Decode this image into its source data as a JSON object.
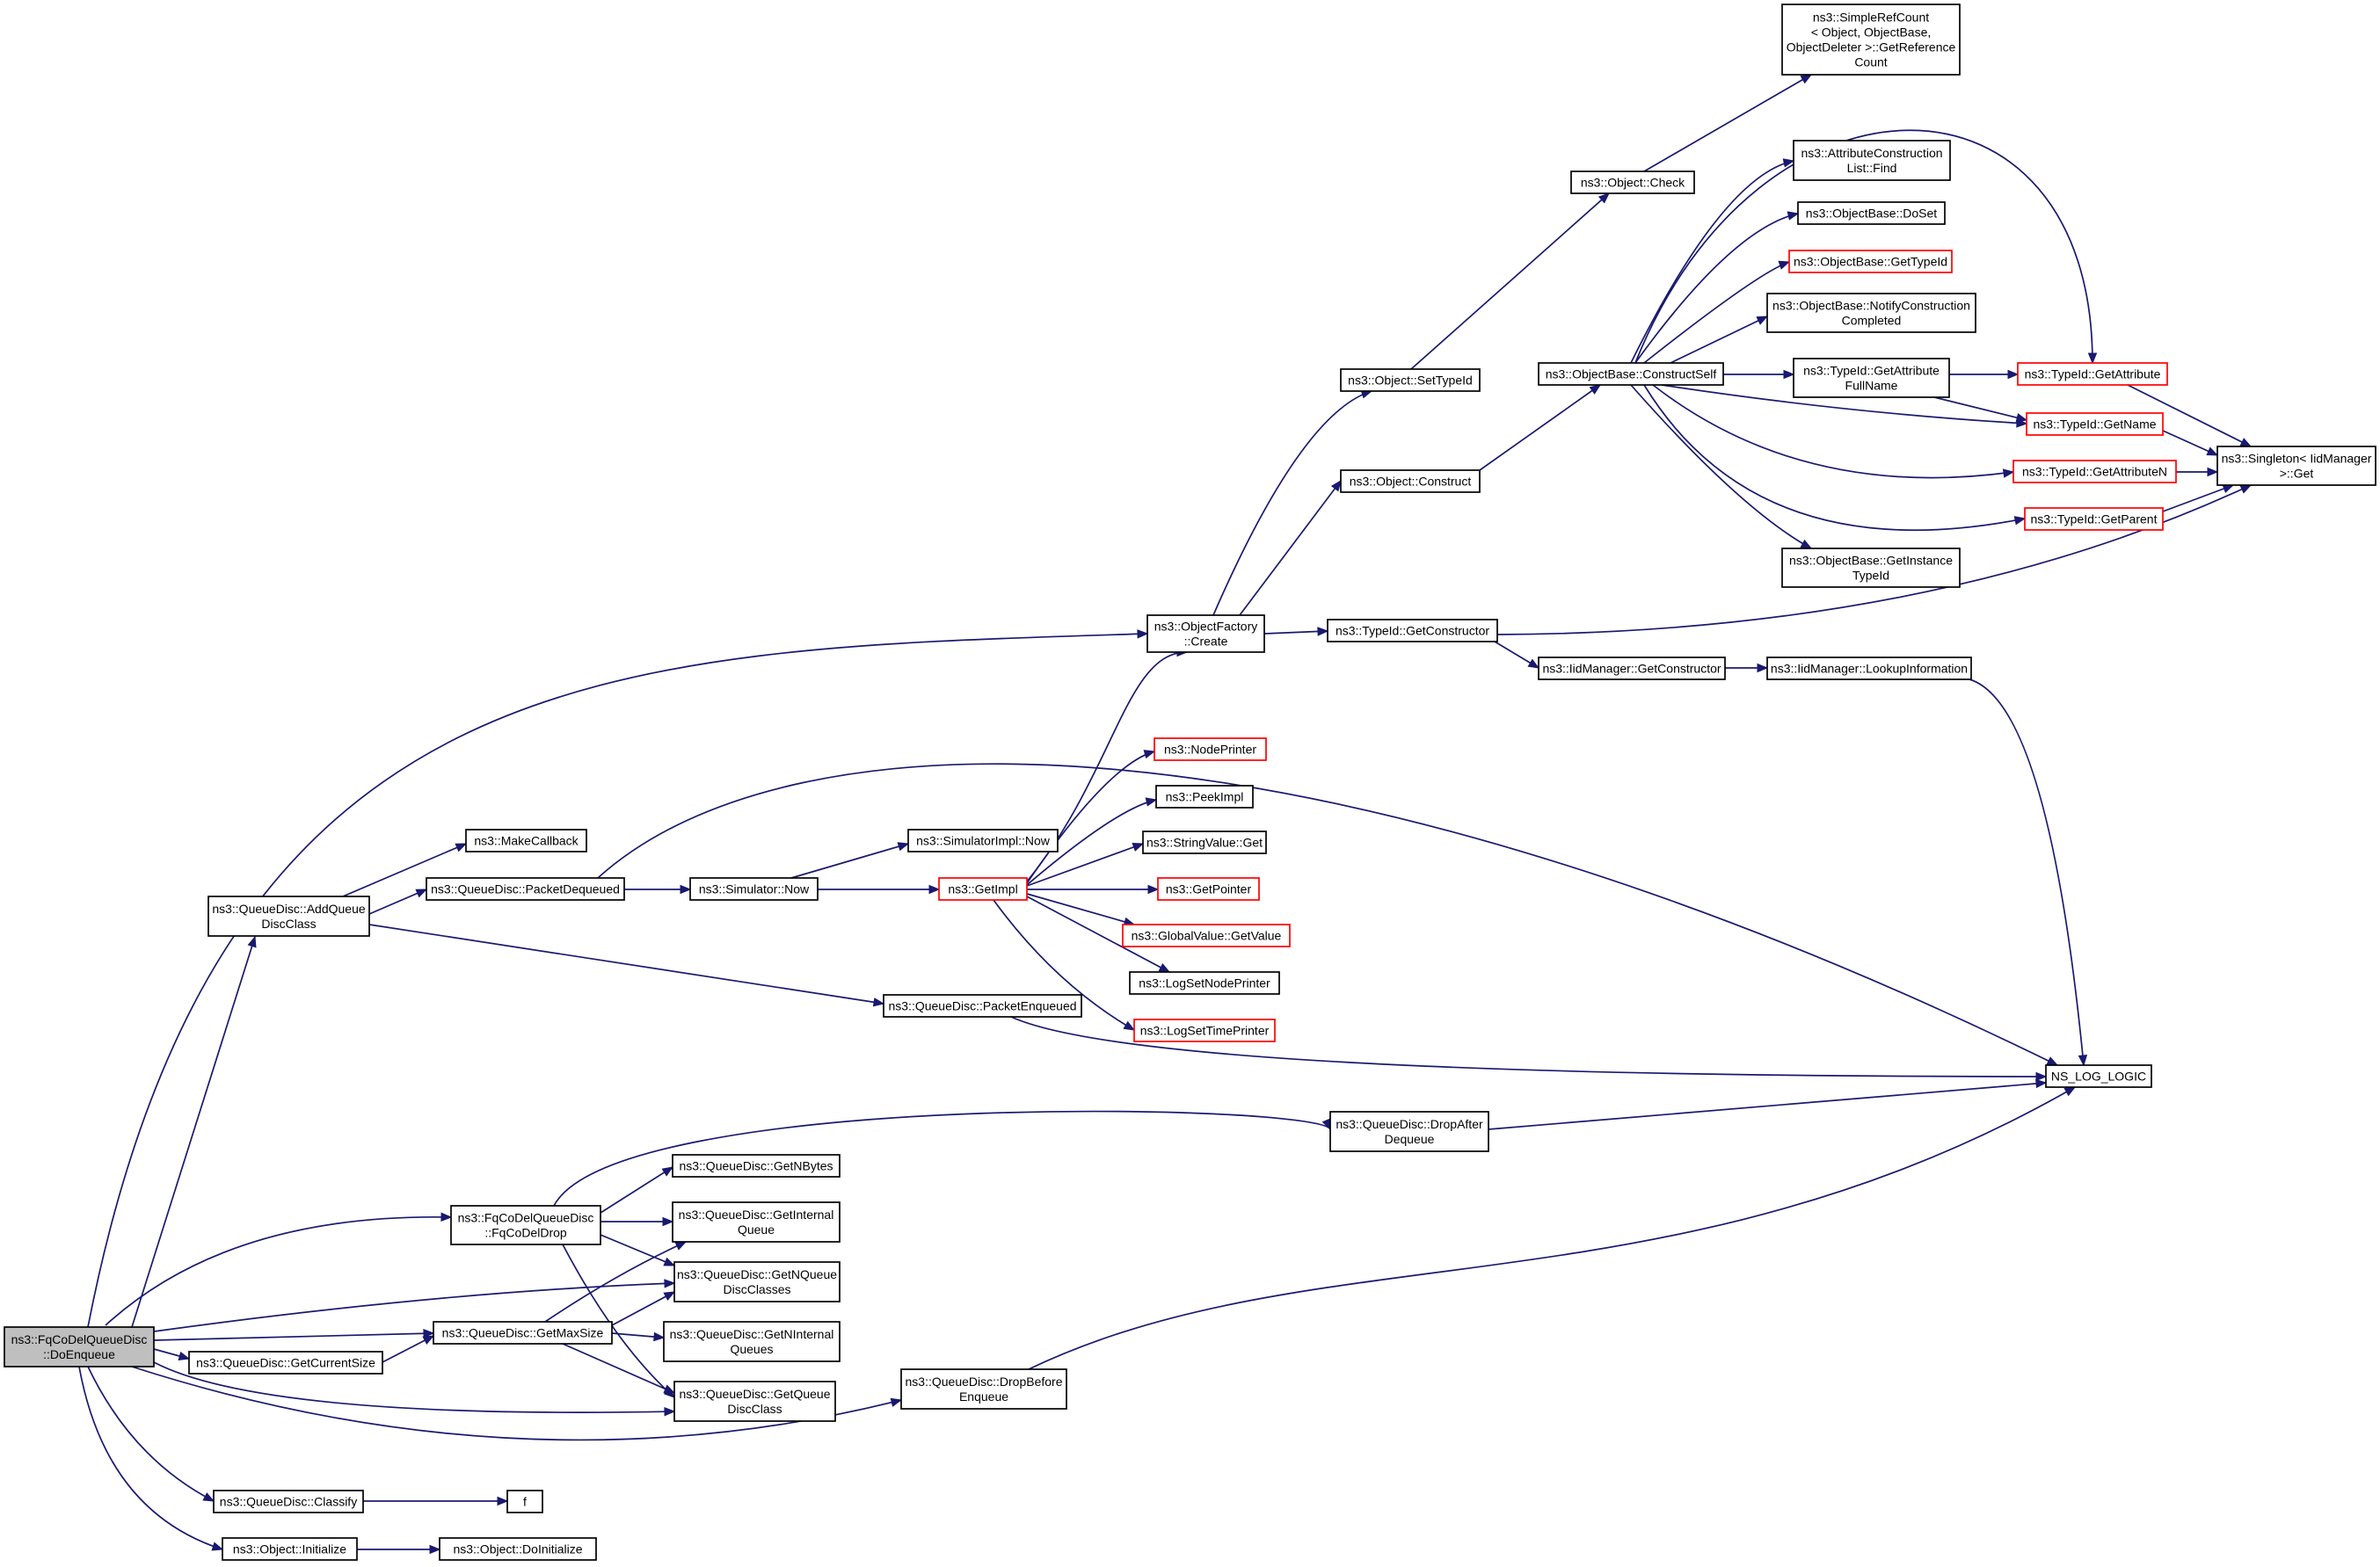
{
  "graph": {
    "edge_color": "#191970",
    "node_border": "#000000",
    "truncated_border": "#ff0000",
    "root_fill": "#bfbfbf",
    "nodes": [
      {
        "id": "root",
        "label": [
          "ns3::FqCoDelQueueDisc",
          "::DoEnqueue"
        ],
        "kind": "root"
      },
      {
        "id": "addqdc",
        "label": [
          "ns3::QueueDisc::AddQueue",
          "DiscClass"
        ]
      },
      {
        "id": "objcreate",
        "label": [
          "ns3::ObjectFactory",
          "::Create"
        ]
      },
      {
        "id": "fqdrop",
        "label": [
          "ns3::FqCoDelQueueDisc",
          "::FqCoDelDrop"
        ]
      },
      {
        "id": "getnqdc",
        "label": [
          "ns3::QueueDisc::GetNQueue",
          "DiscClasses"
        ]
      },
      {
        "id": "getmax",
        "label": [
          "ns3::QueueDisc::GetMaxSize"
        ]
      },
      {
        "id": "getcur",
        "label": [
          "ns3::QueueDisc::GetCurrentSize"
        ]
      },
      {
        "id": "getqdc",
        "label": [
          "ns3::QueueDisc::GetQueue",
          "DiscClass"
        ]
      },
      {
        "id": "dropbefore",
        "label": [
          "ns3::QueueDisc::DropBefore",
          "Enqueue"
        ]
      },
      {
        "id": "classify",
        "label": [
          "ns3::QueueDisc::Classify"
        ]
      },
      {
        "id": "init",
        "label": [
          "ns3::Object::Initialize"
        ]
      },
      {
        "id": "makecb",
        "label": [
          "ns3::MakeCallback"
        ]
      },
      {
        "id": "pktdeq",
        "label": [
          "ns3::QueueDisc::PacketDequeued"
        ]
      },
      {
        "id": "pktenq",
        "label": [
          "ns3::QueueDisc::PacketEnqueued"
        ]
      },
      {
        "id": "simnow",
        "label": [
          "ns3::Simulator::Now"
        ]
      },
      {
        "id": "simimplnow",
        "label": [
          "ns3::SimulatorImpl::Now"
        ]
      },
      {
        "id": "getimpl",
        "label": [
          "ns3::GetImpl"
        ],
        "kind": "red"
      },
      {
        "id": "nslog",
        "label": [
          "NS_LOG_LOGIC"
        ]
      },
      {
        "id": "settid",
        "label": [
          "ns3::Object::SetTypeId"
        ]
      },
      {
        "id": "objcons",
        "label": [
          "ns3::Object::Construct"
        ]
      },
      {
        "id": "tidgetcons",
        "label": [
          "ns3::TypeId::GetConstructor"
        ]
      },
      {
        "id": "objcheck",
        "label": [
          "ns3::Object::Check"
        ]
      },
      {
        "id": "refcount",
        "label": [
          "ns3::SimpleRefCount",
          "< Object, ObjectBase,",
          "ObjectDeleter >::GetReference",
          "Count"
        ]
      },
      {
        "id": "constructself",
        "label": [
          "ns3::ObjectBase::ConstructSelf"
        ]
      },
      {
        "id": "acfind",
        "label": [
          "ns3::AttributeConstruction",
          "List::Find"
        ]
      },
      {
        "id": "doset",
        "label": [
          "ns3::ObjectBase::DoSet"
        ]
      },
      {
        "id": "obgettid",
        "label": [
          "ns3::ObjectBase::GetTypeId"
        ],
        "kind": "red"
      },
      {
        "id": "notify",
        "label": [
          "ns3::ObjectBase::NotifyConstruction",
          "Completed"
        ]
      },
      {
        "id": "gaf",
        "label": [
          "ns3::TypeId::GetAttribute",
          "FullName"
        ]
      },
      {
        "id": "getattr",
        "label": [
          "ns3::TypeId::GetAttribute"
        ],
        "kind": "red"
      },
      {
        "id": "getname",
        "label": [
          "ns3::TypeId::GetName"
        ],
        "kind": "red"
      },
      {
        "id": "getattrn",
        "label": [
          "ns3::TypeId::GetAttributeN"
        ],
        "kind": "red"
      },
      {
        "id": "getparent",
        "label": [
          "ns3::TypeId::GetParent"
        ],
        "kind": "red"
      },
      {
        "id": "singleton",
        "label": [
          "ns3::Singleton< IidManager",
          " >::Get"
        ]
      },
      {
        "id": "getinst",
        "label": [
          "ns3::ObjectBase::GetInstance",
          "TypeId"
        ]
      },
      {
        "id": "iidgetcons",
        "label": [
          "ns3::IidManager::GetConstructor"
        ]
      },
      {
        "id": "lookup",
        "label": [
          "ns3::IidManager::LookupInformation"
        ]
      },
      {
        "id": "nodeprinter",
        "label": [
          "ns3::NodePrinter"
        ],
        "kind": "red"
      },
      {
        "id": "peekimpl",
        "label": [
          "ns3::PeekImpl"
        ]
      },
      {
        "id": "strget",
        "label": [
          "ns3::StringValue::Get"
        ]
      },
      {
        "id": "getptr",
        "label": [
          "ns3::GetPointer"
        ],
        "kind": "red"
      },
      {
        "id": "gvget",
        "label": [
          "ns3::GlobalValue::GetValue"
        ],
        "kind": "red"
      },
      {
        "id": "lognode",
        "label": [
          "ns3::LogSetNodePrinter"
        ]
      },
      {
        "id": "logtime",
        "label": [
          "ns3::LogSetTimePrinter"
        ],
        "kind": "red"
      },
      {
        "id": "dropafter",
        "label": [
          "ns3::QueueDisc::DropAfter",
          "Dequeue"
        ]
      },
      {
        "id": "getnbytes",
        "label": [
          "ns3::QueueDisc::GetNBytes"
        ]
      },
      {
        "id": "getintq",
        "label": [
          "ns3::QueueDisc::GetInternal",
          "Queue"
        ]
      },
      {
        "id": "getnintq",
        "label": [
          "ns3::QueueDisc::GetNInternal",
          "Queues"
        ]
      },
      {
        "id": "f",
        "label": [
          "f"
        ]
      },
      {
        "id": "doinit",
        "label": [
          "ns3::Object::DoInitialize"
        ]
      }
    ]
  }
}
